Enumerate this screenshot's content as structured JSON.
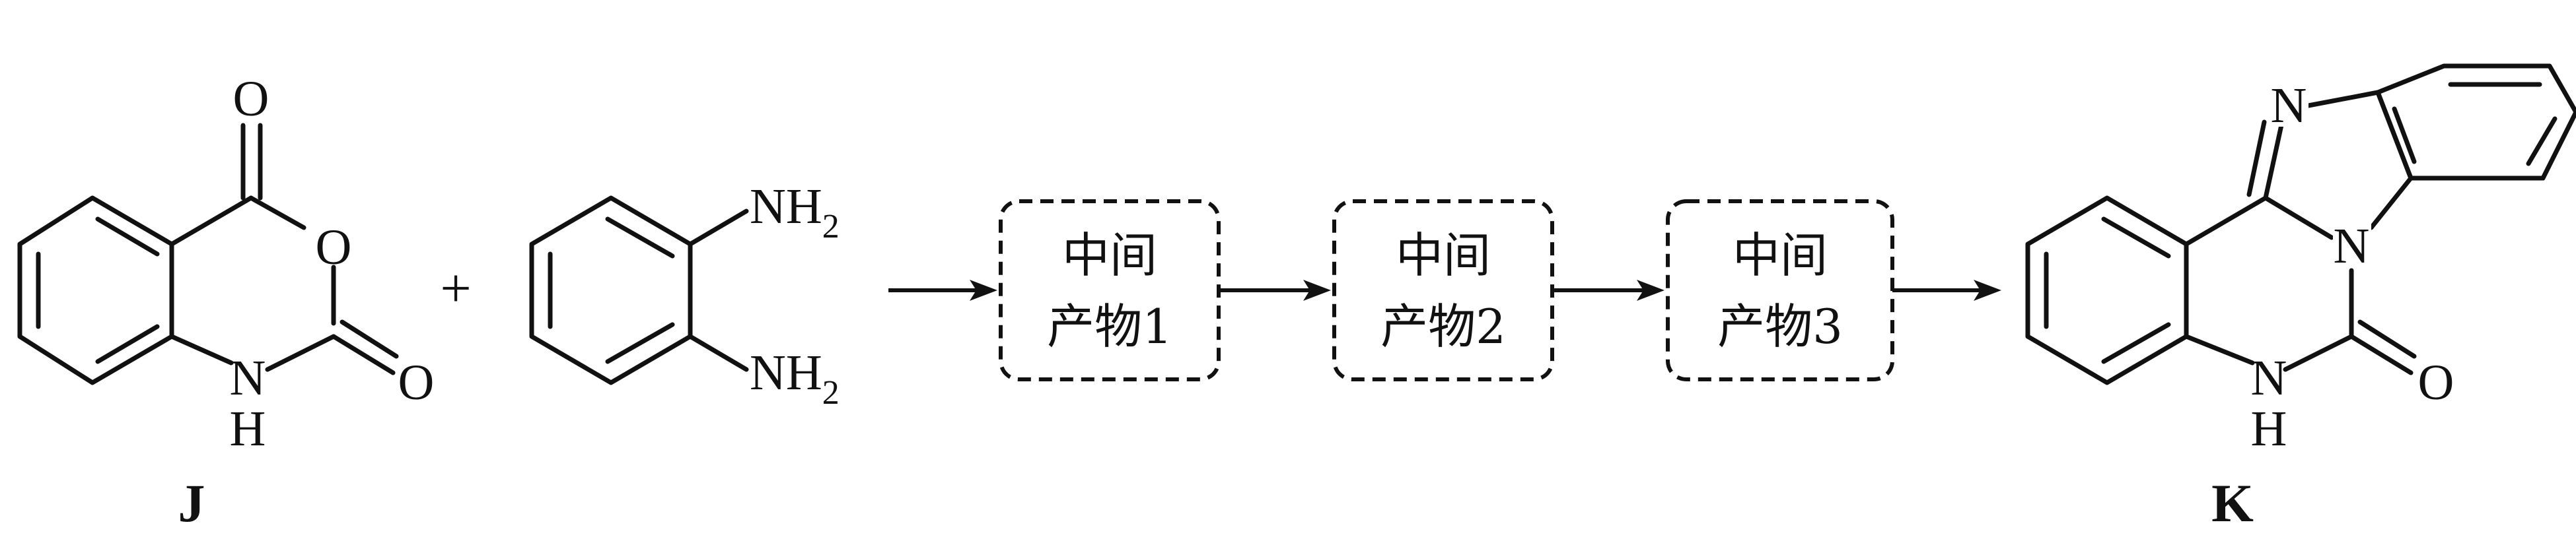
{
  "compounds": {
    "J": {
      "label": "J",
      "atoms": {
        "o_carbonyl_top": "O",
        "o_ring": "O",
        "o_carbonyl_right": "O",
        "n": "N",
        "h": "H"
      }
    },
    "amine": {
      "nh2_top": "NH",
      "nh2_top_sub": "2",
      "nh2_bottom": "NH",
      "nh2_bottom_sub": "2"
    },
    "K": {
      "label": "K",
      "atoms": {
        "n_imine": "N",
        "n_bridge": "N",
        "n_amide": "N",
        "h_amide": "H",
        "o_amide": "O"
      }
    }
  },
  "plus_sign": "+",
  "intermediates": [
    {
      "line1": "中间",
      "line2": "产物1"
    },
    {
      "line1": "中间",
      "line2": "产物2"
    },
    {
      "line1": "中间",
      "line2": "产物3"
    }
  ]
}
